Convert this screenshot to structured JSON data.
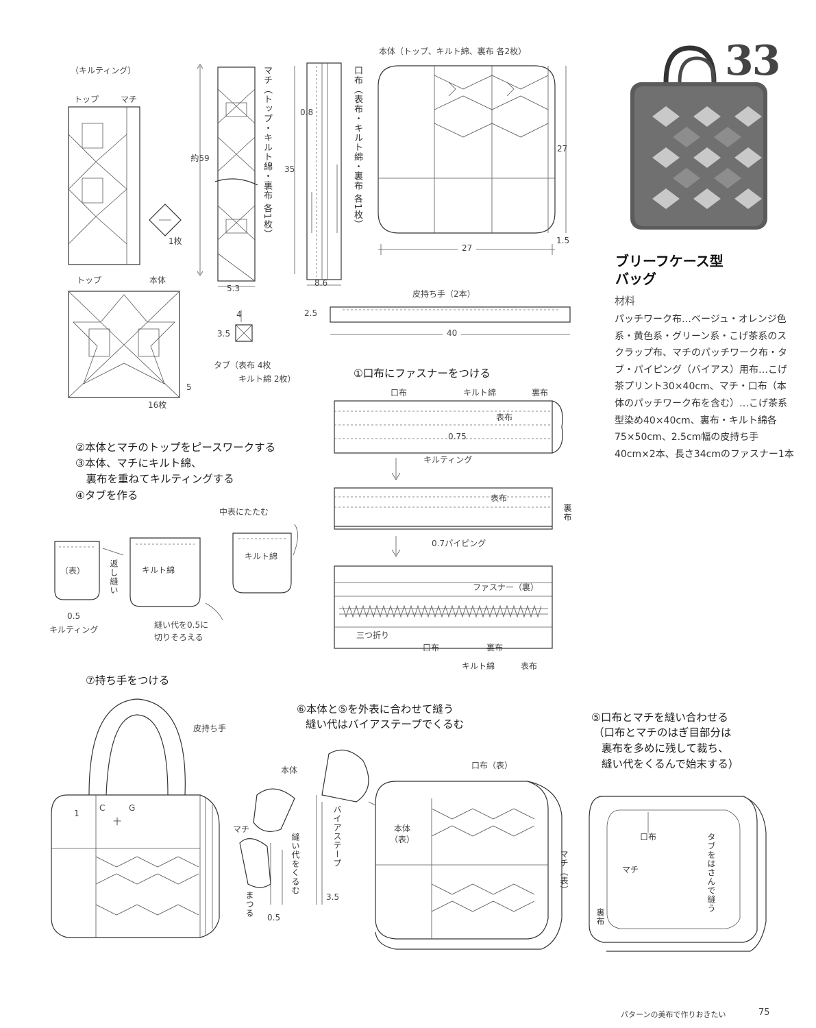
{
  "header": {
    "number": "33",
    "title_line1": "ブリーフケース型",
    "title_line2": "バッグ",
    "materials_label": "材料",
    "materials": "パッチワーク布…ベージュ・オレンジ色系・黄色系・グリーン系・こげ茶系のスクラップ布、マチのパッチワーク布・タブ・パイピング（バイアス）用布…こげ茶プリント30×40cm、マチ・口布（本体のパッチワーク布を含む）…こげ茶系型染め40×40cm、裏布・キルト綿各75×50cm、2.5cm幅の皮持ち手40cm×2本、長さ34cmのファスナー1本"
  },
  "quilting_section": {
    "heading": "（キルティング）",
    "top_label": "トップ",
    "machi_label": "マチ",
    "tab_count": "1枚",
    "honntai_label": "本体",
    "top_label2": "トップ",
    "dim_5": "5",
    "count_16": "16枚"
  },
  "machi_panel": {
    "caption": "マチ（トップ・キルト綿・裏布 各1枚）",
    "dim_width": "5.3",
    "dim_length": "約59"
  },
  "kuchinuno_panel": {
    "caption": "口布（表布・キルト綿・裏布 各1枚）",
    "dim_08": "0.8",
    "dim_35": "35",
    "dim_width": "8.6"
  },
  "tab": {
    "dim_a": "4",
    "dim_b": "3.5",
    "caption_line1": "タブ（表布 4枚",
    "caption_line2": "キルト綿 2枚）"
  },
  "body_panel": {
    "caption": "本体（トップ、キルト綿、裏布 各2枚）",
    "dim_height": "27",
    "dim_width": "27",
    "dim_corner": "1.5"
  },
  "handle": {
    "caption": "皮持ち手（2本）",
    "dim_width": "2.5",
    "dim_length": "40"
  },
  "step1": {
    "heading": "①口布にファスナーをつける",
    "kuchinuno": "口布",
    "quilt": "キルト綿",
    "lining": "裏布",
    "outer": "表布",
    "dim": "0.75",
    "quilting": "キルティング",
    "outer2": "表布",
    "lining2": "裏布",
    "piping": "0.7パイピング",
    "zipper": "ファスナー（裏）",
    "mitsuori": "三つ折り",
    "kuchinuno2": "口布",
    "lining3": "裏布",
    "quilt2": "キルト綿",
    "outer3": "表布"
  },
  "steps_2_4": {
    "line2": "②本体とマチのトップをピースワークする",
    "line3a": "③本体、マチにキルト綿、",
    "line3b": "　裏布を重ねてキルティングする",
    "line4": "④タブを作る",
    "center_fold": "中表にたたむ",
    "omote": "（表）",
    "quilt_wata": "キルト綿",
    "quilt_wata2": "キルト綿",
    "return_sew": "返し縫い",
    "dim_05": "0.5",
    "quilting": "キルティング",
    "seam_cut": "縫い代を0.5に",
    "seam_cut2": "切りそろえる"
  },
  "step7": {
    "heading": "⑦持ち手をつける",
    "handle_label": "皮持ち手",
    "dim_1": "1",
    "dim_c": "C",
    "dim_g": "G",
    "dim_jyu": "十"
  },
  "step6": {
    "heading_line1": "⑥本体と⑤を外表に合わせて縫う",
    "heading_line2": "縫い代はバイアステープでくるむ",
    "honntai": "本体",
    "machi": "マチ",
    "seam": "縫い代をくるむ",
    "bias": "バイアステープ",
    "dim_35": "3.5",
    "dim_05": "0.5",
    "fold": "まつる",
    "kuchinuno": "口布（表）",
    "honntai_omote": "本体（表）",
    "machi_omote": "マチ（表）"
  },
  "step5": {
    "heading_line1": "⑤口布とマチを縫い合わせる",
    "heading_line2": "（口布とマチのはぎ目部分は",
    "heading_line3": "裏布を多めに残して裁ち、",
    "heading_line4": "縫い代をくるんで始末する）",
    "kuchinuno": "口布",
    "machi": "マチ",
    "lining": "裏布",
    "tab_note": "タブをはさんで縫う"
  },
  "footer": {
    "book_title": "パターンの美布で作りおきたい",
    "page": "75"
  }
}
